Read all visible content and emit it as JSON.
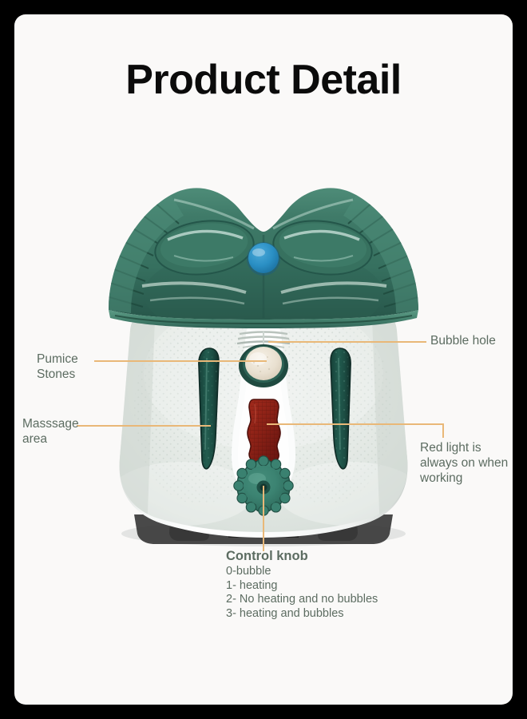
{
  "poster": {
    "title": "Product Detail",
    "frame_color": "#000000",
    "canvas_color": "#faf9f8",
    "title_color": "#0b0b0b"
  },
  "style": {
    "leader_color": "#e9b878",
    "label_color": "#5c6c61",
    "lid_green": "#3f7a68",
    "lid_green_dark": "#2e5f50",
    "basin_white": "#f2f4f2",
    "roller_teal": "#1d4f45",
    "red_light": "#8e2218",
    "knob_teal": "#347a68",
    "pumice_cream": "#ece4d8",
    "blue_button": "#2a8fc4",
    "foot_dark": "#2b2b2b"
  },
  "annotations": [
    {
      "id": "pumice-stones",
      "text": "Pumice\nStones",
      "position": "left",
      "points_to": "pumice stone disc"
    },
    {
      "id": "massage-area",
      "text": "Masssage\narea",
      "position": "left",
      "points_to": "massage roller"
    },
    {
      "id": "bubble-hole",
      "text": "Bubble hole",
      "position": "right",
      "points_to": "bubble vent slots"
    },
    {
      "id": "red-light",
      "text": "Red light is\nalways on when\nworking",
      "position": "right",
      "points_to": "red infrared light panel"
    }
  ],
  "control_knob": {
    "title": "Control knob",
    "options": [
      "0-bubble",
      "1- heating",
      "2- No heating and no bubbles",
      "3- heating and bubbles"
    ]
  },
  "product": {
    "name": "foot spa massager",
    "parts": [
      "splash guard lid",
      "blue indicator button",
      "bubble hole vent",
      "pumice stone",
      "left massage roller",
      "right massage roller",
      "red light panel",
      "control knob",
      "rubber feet"
    ]
  }
}
